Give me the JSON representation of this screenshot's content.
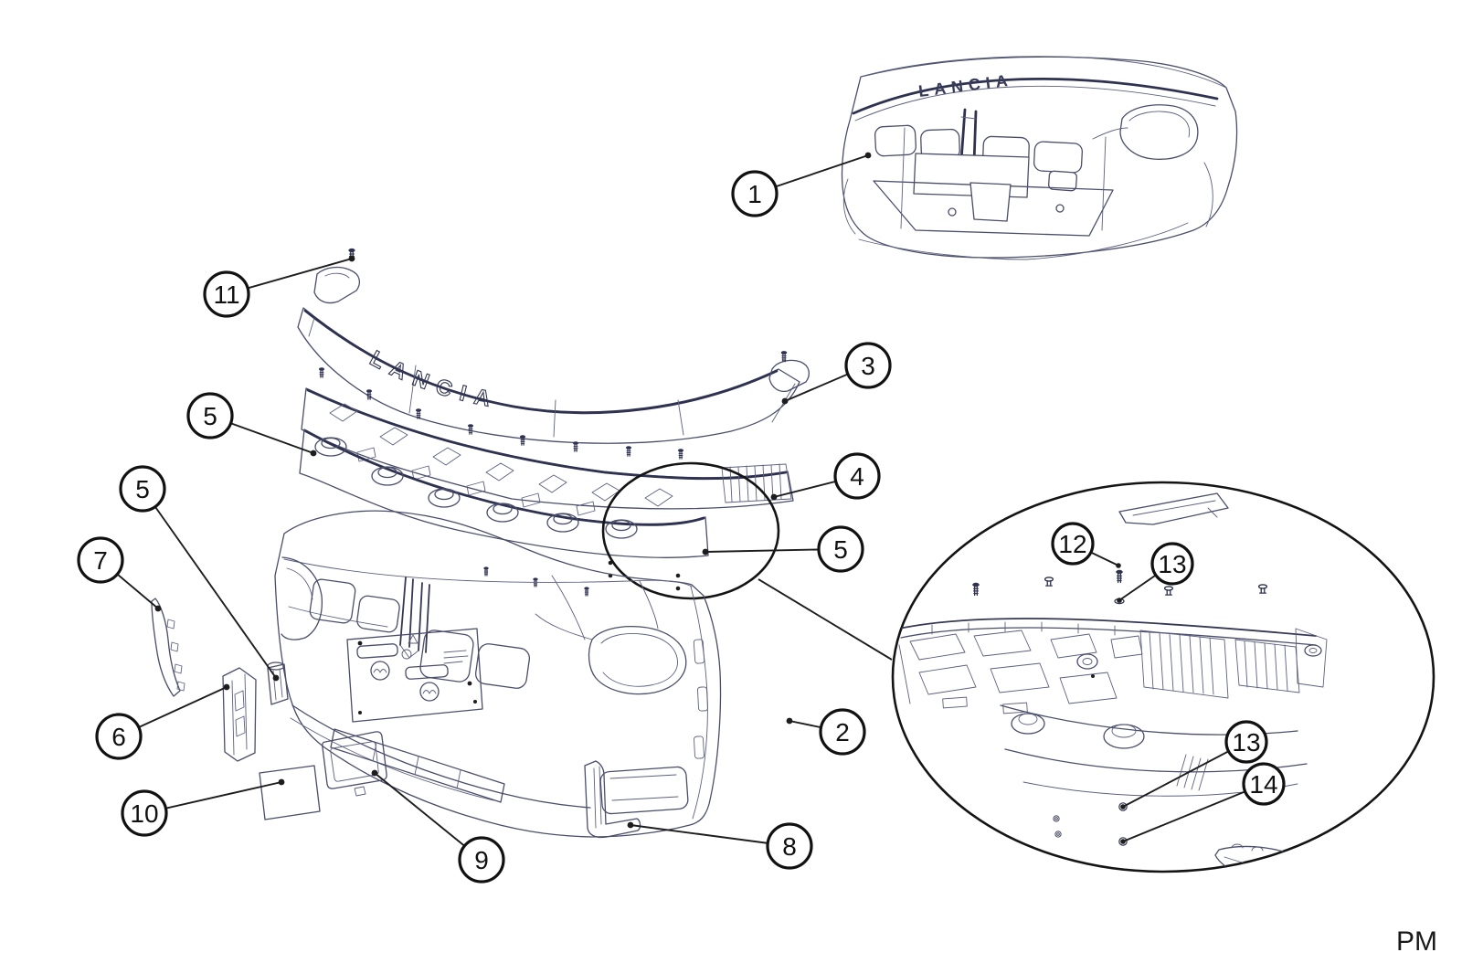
{
  "watermark": {
    "text": "PM"
  },
  "brand": {
    "logo_text": "LANCIA"
  },
  "callouts": [
    {
      "label": "1"
    },
    {
      "label": "11"
    },
    {
      "label": "3"
    },
    {
      "label": "5"
    },
    {
      "label": "4"
    },
    {
      "label": "5"
    },
    {
      "label": "5"
    },
    {
      "label": "7"
    },
    {
      "label": "6"
    },
    {
      "label": "2"
    },
    {
      "label": "10"
    },
    {
      "label": "9"
    },
    {
      "label": "8"
    },
    {
      "label": "12"
    },
    {
      "label": "13"
    },
    {
      "label": "13"
    },
    {
      "label": "14"
    }
  ]
}
